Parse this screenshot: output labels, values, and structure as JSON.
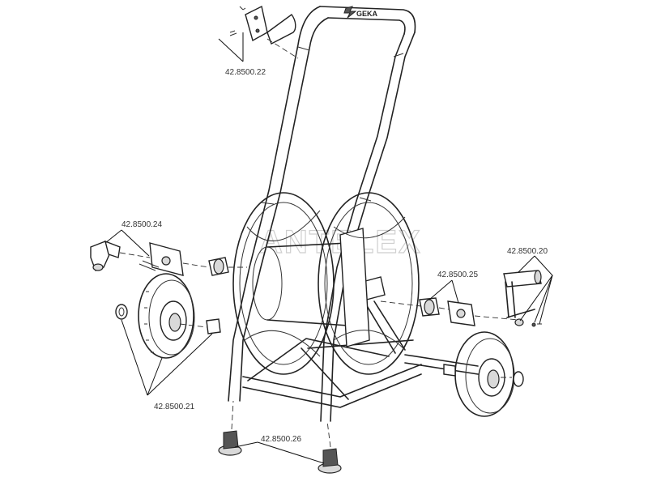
{
  "brand_logo_text": "GEKA",
  "watermark": "ANTELEX",
  "part_labels": {
    "p22": "42.8500.22",
    "p24": "42.8500.24",
    "p25": "42.8500.25",
    "p20": "42.8500.20",
    "p21": "42.8500.21",
    "p26": "42.8500.26"
  }
}
